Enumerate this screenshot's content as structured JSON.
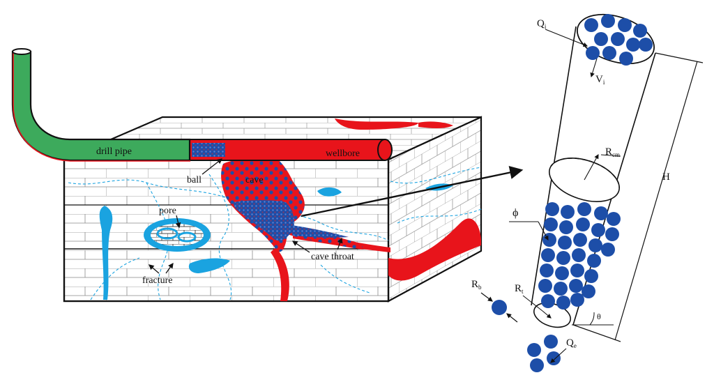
{
  "labels": {
    "drill_pipe": "drill pipe",
    "wellbore": "wellbore",
    "ball": "ball",
    "cave": "cave",
    "pore": "pore",
    "fracture": "fracture",
    "cave_throat": "cave throat"
  },
  "symbols": {
    "Qi": "Q",
    "Qi_sub": "i",
    "Vi": "V",
    "Vi_sub": "i",
    "Rcm": "R",
    "Rcm_sub": "cm",
    "H": "H",
    "phi": "ϕ",
    "Rb": "R",
    "Rb_sub": "b",
    "Rt": "R",
    "Rt_sub": "t",
    "theta": "θ",
    "Qe": "Q",
    "Qe_sub": "e"
  },
  "colors": {
    "pipe_green": "#3daa5c",
    "wellbore_red": "#e8141b",
    "water_blue": "#1aa3e0",
    "ball_blue": "#1d4ea8",
    "line": "#111111"
  },
  "icons": {
    "ball": "blue-sphere-icon",
    "arrow": "arrow-icon"
  }
}
